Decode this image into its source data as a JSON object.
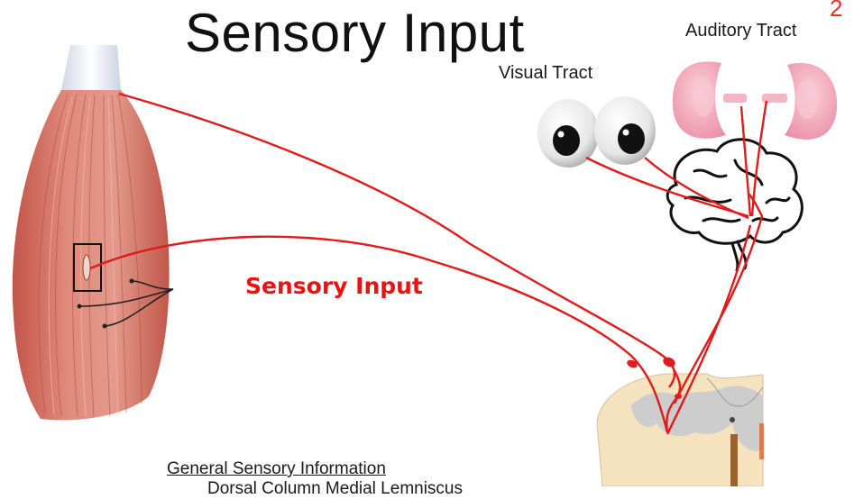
{
  "slide": {
    "title": "Sensory Input",
    "slide_number": "2",
    "labels": {
      "visual_tract": "Visual Tract",
      "auditory_tract": "Auditory Tract",
      "sensory_input": "Sensory Input",
      "general_sensory_information": "General Sensory Information",
      "truncated_line": "Dorsal Column Medial Lemniscus"
    }
  },
  "colors": {
    "pathway": "#e01b1b",
    "muscle": "#d9766a",
    "ear": "#f2a3b5",
    "spinal_cord_white": "#f5e6c8",
    "spinal_cord_gray": "#c9c9c9"
  },
  "icons": [
    "muscle-illustration",
    "eyes-icon",
    "ears-icon",
    "brain-icon",
    "spinal-cord-cross-section"
  ]
}
